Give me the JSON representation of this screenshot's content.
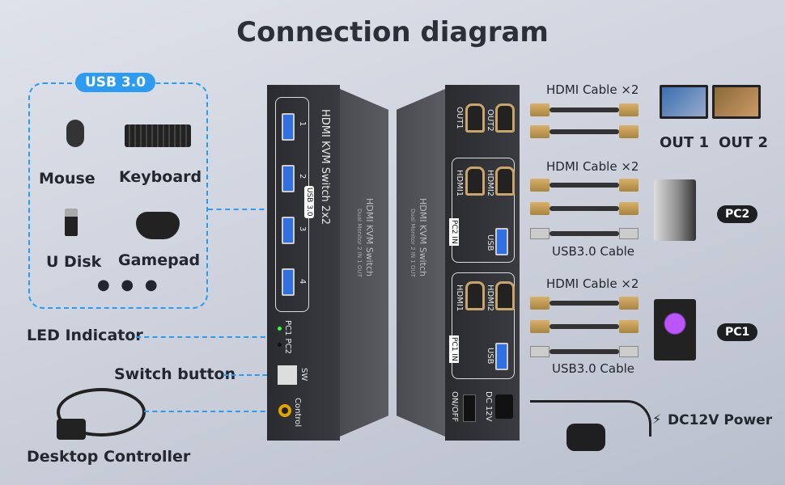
{
  "title": "Connection diagram",
  "usb_group": {
    "badge": "USB 3.0",
    "items": [
      {
        "label": "Mouse",
        "icon": "mouse-icon"
      },
      {
        "label": "Keyboard",
        "icon": "keyboard-icon"
      },
      {
        "label": "U Disk",
        "icon": "usb-drive-icon"
      },
      {
        "label": "Gamepad",
        "icon": "gamepad-icon"
      }
    ],
    "more": "● ● ●"
  },
  "left_labels": {
    "led": "LED Indicator",
    "switch": "Switch button",
    "controller": "Desktop Controller"
  },
  "front_panel": {
    "model": "HDMI KVM Switch 2x2",
    "usb_label": "USB 3.0",
    "ports": [
      "1",
      "2",
      "3",
      "4"
    ],
    "led_labels": "PC1 PC2",
    "sw": "SW",
    "control": "Control"
  },
  "side_text": {
    "line1": "HDMI KVM Switch",
    "line2": "Dual Monitor 2 IN 1 OUT"
  },
  "rear_panel": {
    "out1": "OUT1",
    "out2": "OUT2",
    "pc2_in": "PC2 IN",
    "pc1_in": "PC1 IN",
    "hdmi1": "HDMI1",
    "hdmi2": "HDMI2",
    "usb": "USB",
    "onoff": "ON/OFF",
    "dc": "DC 12V"
  },
  "right": {
    "hdmi_cable": "HDMI Cable ×2",
    "usb_cable": "USB3.0 Cable",
    "out1": "OUT 1",
    "out2": "OUT 2",
    "pc2": "PC2",
    "pc1": "PC1",
    "power": "DC12V Power"
  },
  "colors": {
    "accent": "#2d9cf0",
    "title": "#2b2f38"
  }
}
